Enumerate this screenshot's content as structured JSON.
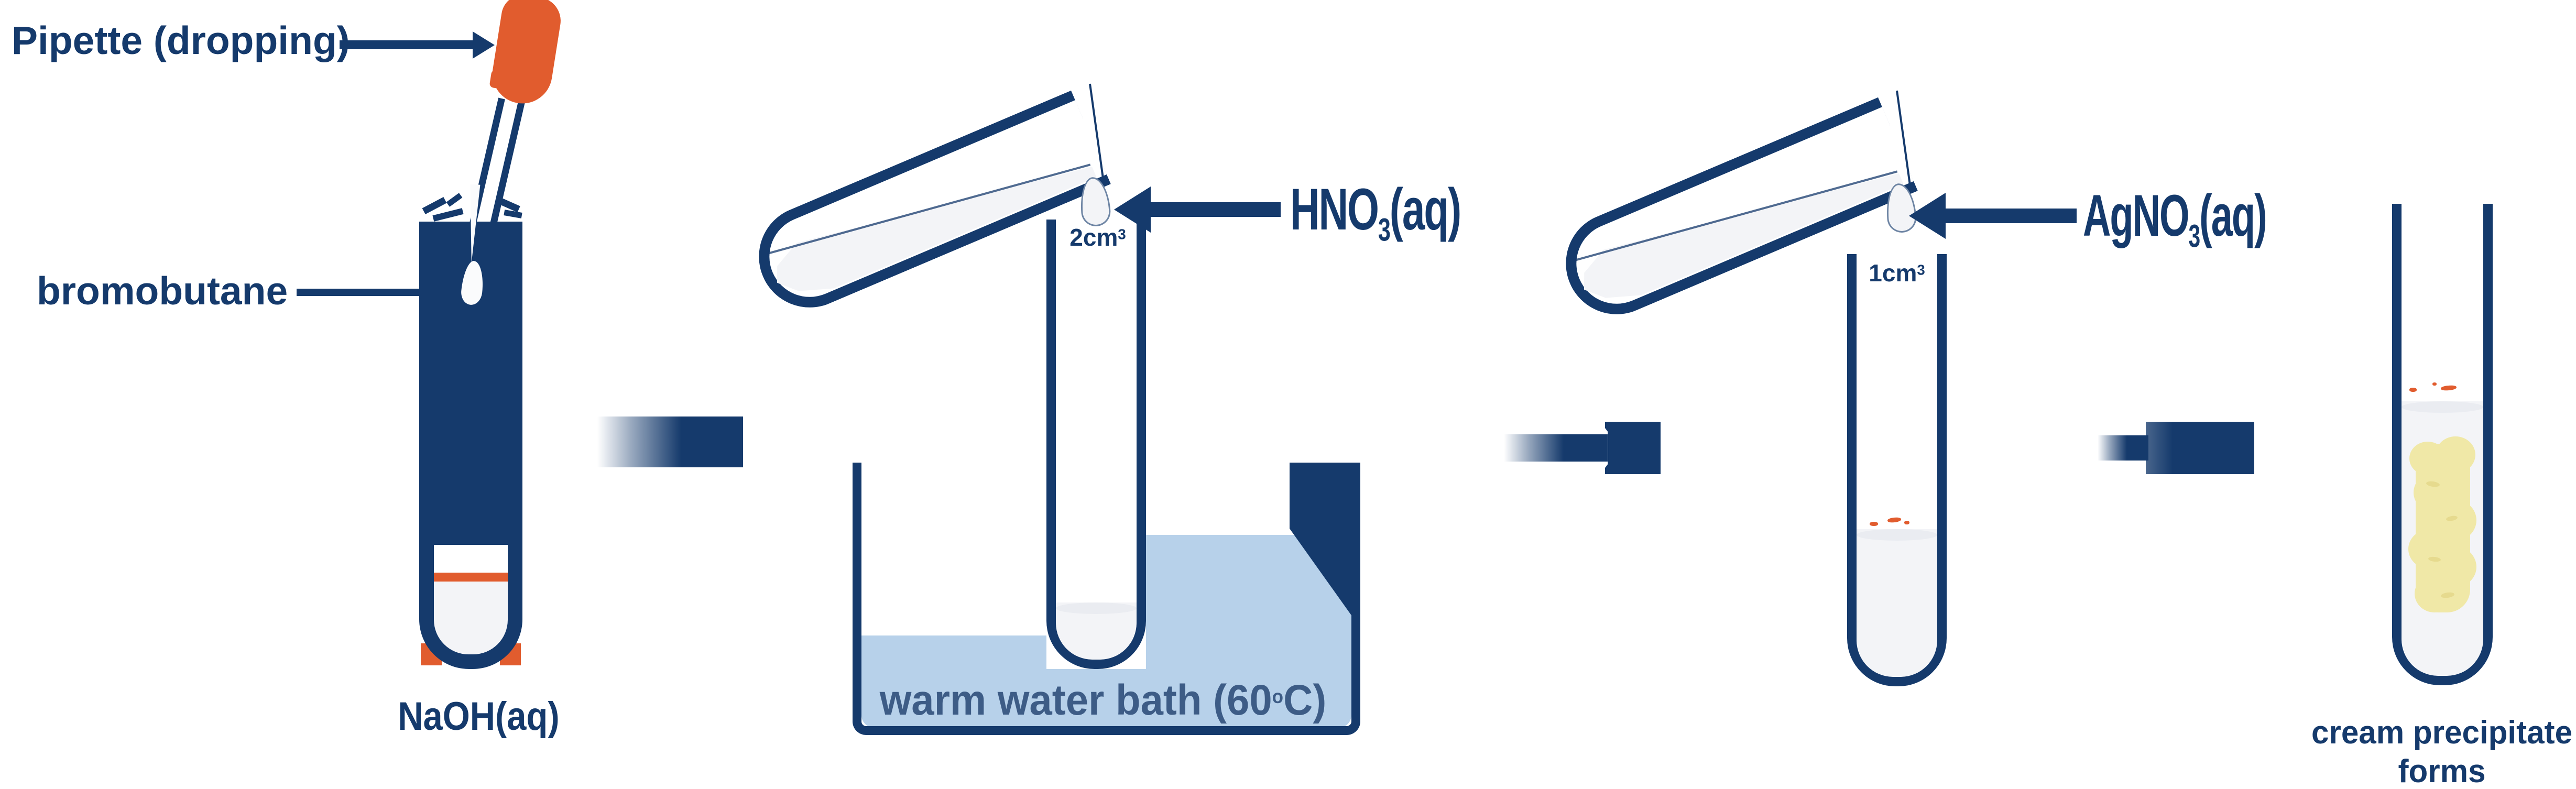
{
  "colors": {
    "navy": "#153a6c",
    "slate": "#3d5c86",
    "orange": "#e15c2e",
    "water_blue": "#b7d1ea",
    "liquid_light": "#f3f4f7",
    "cream": "#f0e8a7"
  },
  "step1": {
    "pipette_label": "Pipette (dropping)",
    "tube_content_label": "bromobutane",
    "tube_caption": "NaOH(aq)"
  },
  "step2": {
    "volume_value": "2cm",
    "volume_exponent": "3",
    "reagent_formula": "HNO",
    "reagent_subscript": "3",
    "reagent_state": "(aq)",
    "bath_caption_start": "warm water bath (60",
    "bath_caption_degree": "o",
    "bath_caption_end": "C)"
  },
  "step3": {
    "volume_value": "1cm",
    "volume_exponent": "3",
    "reagent_formula": "AgNO",
    "reagent_subscript": "3",
    "reagent_state": "(aq)"
  },
  "step4": {
    "caption_line1": "cream precipitate",
    "caption_line2": "forms"
  }
}
